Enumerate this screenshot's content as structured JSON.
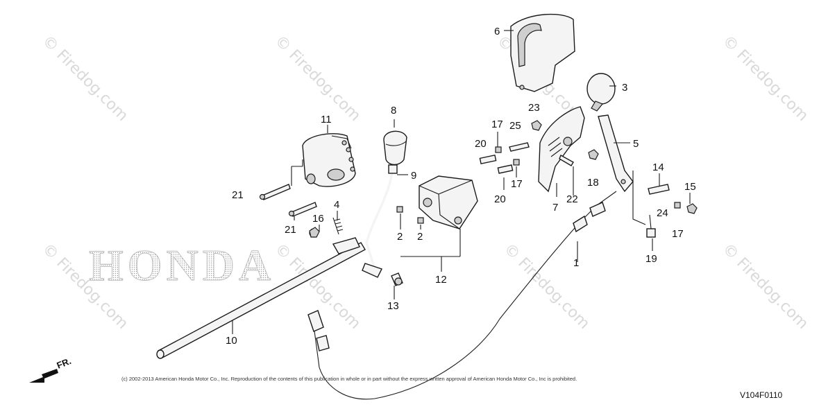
{
  "diagram": {
    "callouts": [
      "1",
      "2",
      "2",
      "3",
      "4",
      "5",
      "6",
      "7",
      "8",
      "9",
      "10",
      "11",
      "12",
      "13",
      "14",
      "15",
      "16",
      "17",
      "17",
      "17",
      "18",
      "19",
      "20",
      "20",
      "21",
      "21",
      "22",
      "23",
      "24",
      "25"
    ],
    "watermark_text": "© Firedog.com",
    "background_logo": "HONDA",
    "copyright": "(c) 2002-2013 American Honda Motor Co., Inc. Reproduction of the contents of this publication in whole or in part without the express written approval of American Honda Motor Co., Inc is prohibited.",
    "figure_code": "V104F0110",
    "direction_label": "FR."
  }
}
